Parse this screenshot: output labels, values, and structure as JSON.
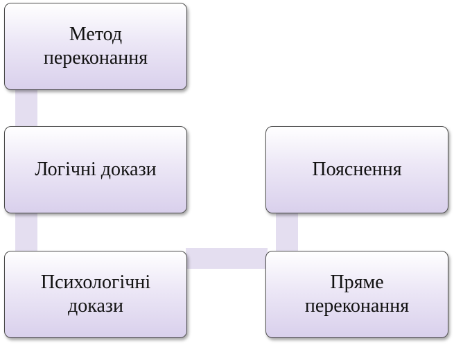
{
  "nodes": {
    "method": "Метод\nпереконання",
    "logical": "Логічні докази",
    "psychological": "Психологічні\nдокази",
    "explanation": "Пояснення",
    "direct": "Пряме\nпереконання"
  },
  "colors": {
    "node_top": "#ffffff",
    "node_bottom": "#d9d0ec",
    "connector": "#e4def0",
    "border": "#4a4a4a"
  }
}
